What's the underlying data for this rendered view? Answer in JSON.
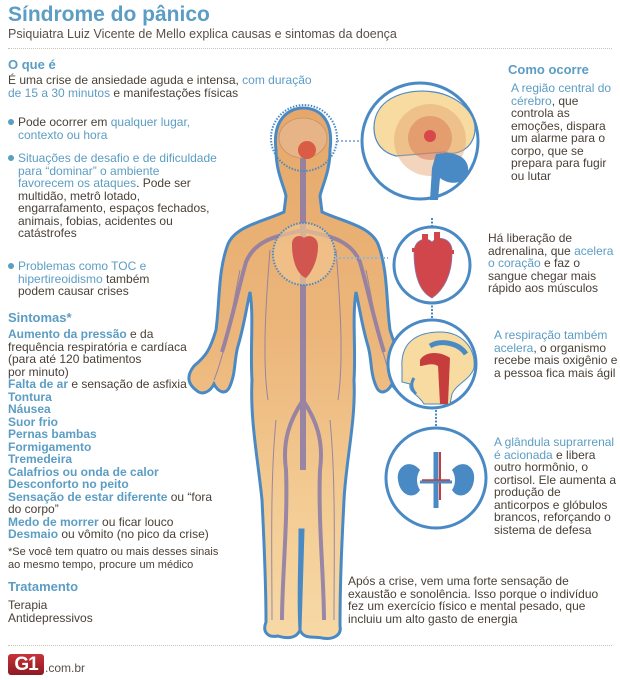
{
  "header": {
    "title": "Síndrome do pânico",
    "subtitle": "Psiquiatra Luiz Vicente de Mello explica causas e sintomas da doença"
  },
  "o_que_e": {
    "heading": "O que é",
    "intro": {
      "line1_a": "É uma crise de ansiedade aguda e intensa, ",
      "line1_hl": "com duração",
      "line2_hl": "de 15 a 30 minutos",
      "line2_b": " e manifestações físicas"
    },
    "bullets": [
      {
        "hl": "",
        "pre": "Pode ocorrer em ",
        "hl2": "qualquer lugar, contexto ou hora",
        "post": ""
      },
      {
        "pre": "",
        "hl2": "Situações de desafio e de dificuldade para “dominar” o ambiente favorecem os ataques",
        "post": ". Pode ser multidão, metrô lotado, engarrafamento, espaços fechados, animais, fobias, acidentes ou catástrofes"
      },
      {
        "pre": "",
        "hl2": "Problemas como TOC e hipertireoidismo",
        "post": " também podem causar crises"
      }
    ],
    "bullet_color": "#5b9dc4"
  },
  "sintomas": {
    "heading": "Sintomas*",
    "items": [
      {
        "hl": "Aumento da pressão",
        "rest": " e da"
      },
      {
        "hl": "",
        "rest": "frequência respiratória e cardíaca"
      },
      {
        "hl": "",
        "rest": "(para até 120 batimentos"
      },
      {
        "hl": "",
        "rest": "por minuto)"
      },
      {
        "hl": "Falta de ar",
        "rest": " e sensação de asfixia"
      },
      {
        "hl": "Tontura",
        "rest": ""
      },
      {
        "hl": "Náusea",
        "rest": ""
      },
      {
        "hl": "Suor frio",
        "rest": ""
      },
      {
        "hl": "Pernas bambas",
        "rest": ""
      },
      {
        "hl": "Formigamento",
        "rest": ""
      },
      {
        "hl": "Tremedeira",
        "rest": ""
      },
      {
        "hl": "Calafrios ou onda de calor",
        "rest": ""
      },
      {
        "hl": "Desconforto no peito",
        "rest": ""
      },
      {
        "hl": "Sensação de estar diferente",
        "rest": " ou “fora"
      },
      {
        "hl": "",
        "rest": "do corpo”"
      },
      {
        "hl": "Medo de morrer",
        "rest": " ou ficar louco"
      },
      {
        "hl": "Desmaio",
        "rest": " ou vômito (no pico da crise)"
      }
    ],
    "note_line1": "*Se você tem quatro ou mais desses sinais",
    "note_line2": "ao mesmo tempo, procure um médico"
  },
  "tratamento": {
    "heading": "Tratamento",
    "items": [
      "Terapia",
      "Antidepressivos"
    ]
  },
  "como_ocorre": {
    "heading": "Como ocorre",
    "steps": [
      {
        "icon": "brain",
        "hl": "A região central do cérebro",
        "rest": ", que controla as emoções, dispara um alarme para o corpo, que se prepara para fugir ou lutar"
      },
      {
        "icon": "heart",
        "pre": "Há liberação de adrenalina, que ",
        "hl": "acelera o coração",
        "rest": " e faz o sangue chegar mais rápido aos músculos"
      },
      {
        "icon": "respiratory",
        "hl": "A respiração também acelera",
        "rest": ", o organismo recebe mais oxigênio e a pessoa fica mais ágil"
      },
      {
        "icon": "kidneys",
        "hl": "A glândula suprarrenal é acionada",
        "rest": " e libera outro hormônio, o cortisol. Ele aumenta a produção de anticorpos e glóbulos brancos, reforçando o sistema de defesa"
      }
    ],
    "after": "Após a crise, vem uma forte sensação de exaustão e sonolência. Isso porque o indivíduo fez um exercício físico e mental pesado, que incluiu um alto gasto de energia"
  },
  "footer": {
    "logo": "G1",
    "domain": ".com.br"
  },
  "colors": {
    "accent": "#5b9dc4",
    "text": "#4a4036",
    "body_skin": "#eab478",
    "outline": "#4a8ac4",
    "heart": "#d0464a",
    "logo_red": "#b0282f"
  }
}
